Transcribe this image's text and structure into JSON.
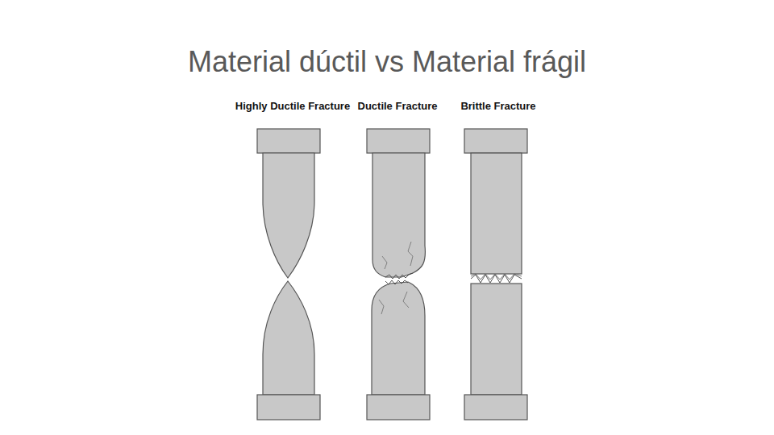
{
  "diagram": {
    "title": "Material dúctil vs Material frágil",
    "labels": [
      "Highly Ductile Fracture",
      "Ductile Fracture",
      "Brittle Fracture"
    ]
  }
}
